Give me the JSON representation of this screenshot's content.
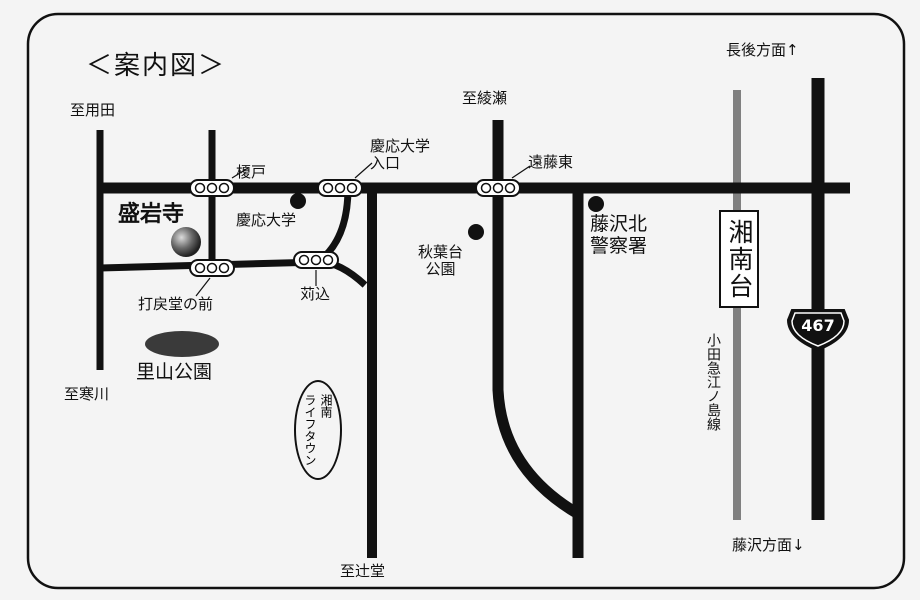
{
  "title": "＜案内図＞",
  "directions": {
    "yoda": "至用田",
    "ayase": "至綾瀬",
    "samukawa": "至寒川",
    "tsujido": "至辻堂",
    "nagago": "長後方面↑",
    "fujisawa": "藤沢方面↓"
  },
  "places": {
    "temple": "盛岩寺",
    "keio_univ": "慶応大学",
    "akibadai_park": [
      "秋葉台",
      "公園"
    ],
    "satoyama_park": "里山公園",
    "police": [
      "藤沢北",
      "警察署"
    ],
    "shonan_lifetown": [
      "湘南",
      "ライフタウン"
    ]
  },
  "intersections": {
    "enokido": "榎戸",
    "keio_entrance": [
      "慶応大学",
      "入口"
    ],
    "endo_higashi": "遠藤東",
    "uchimodoshido": "打戻堂の前",
    "karikomi": "苅込"
  },
  "railway": {
    "station": "湘南台",
    "line_name": "小田急江ノ島線"
  },
  "route": {
    "number": "467"
  },
  "colors": {
    "road": "#111111",
    "railway": "#808080",
    "park_fill": "#3a3a3a",
    "background": "#f4f4f4"
  }
}
